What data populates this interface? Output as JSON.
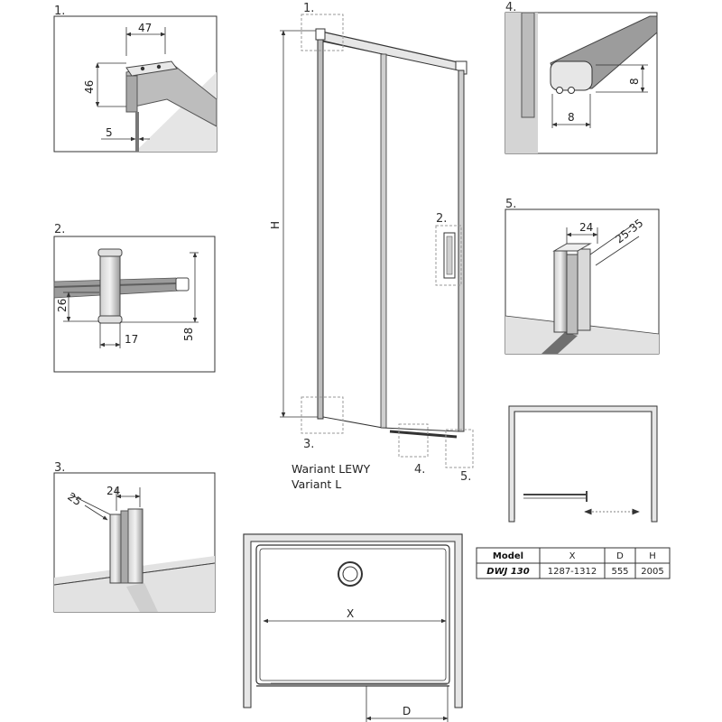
{
  "details": {
    "d1": {
      "num": "1.",
      "dims": [
        "47",
        "46",
        "5"
      ]
    },
    "d2": {
      "num": "2.",
      "dims": [
        "26",
        "17",
        "58"
      ]
    },
    "d3": {
      "num": "3.",
      "dims": [
        "25",
        "24"
      ]
    },
    "d4": {
      "num": "4.",
      "dims": [
        "8",
        "8"
      ]
    },
    "d5": {
      "num": "5.",
      "dims": [
        "24",
        "25-35"
      ]
    }
  },
  "front_view": {
    "height_label": "H",
    "callouts": [
      "1.",
      "2.",
      "3.",
      "4.",
      "5."
    ],
    "variant_lines": [
      "Wariant LEWY",
      "Variant L"
    ]
  },
  "plan_view": {
    "width_label": "X",
    "depth_label": "D"
  },
  "spec_table": {
    "headers": [
      "Model",
      "X",
      "D",
      "H"
    ],
    "rows": [
      [
        "DWJ 130",
        "1287-1312",
        "555",
        "2005"
      ]
    ]
  },
  "colors": {
    "line": "#333333",
    "frame": "#8a8a8a",
    "floor": "#e3e3e3",
    "glass": "#d9d9d9",
    "dash": "#999999"
  }
}
